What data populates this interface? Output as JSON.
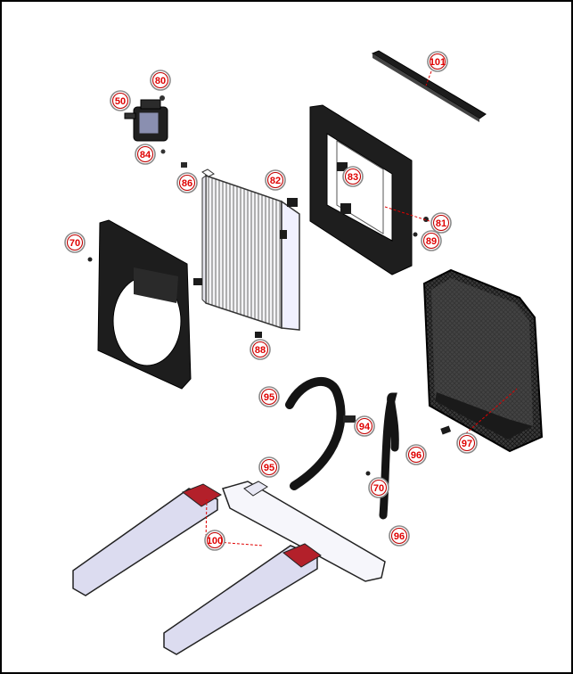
{
  "diagram": {
    "title": "",
    "colors": {
      "border": "#000000",
      "callout_text": "#e00000",
      "callout_ring": "#c00000",
      "part_dark": "#1b1b1b",
      "part_light": "#f2f2f5",
      "pad_red": "#b3202a",
      "rail_blue": "#dcdcf0"
    },
    "parts": [
      {
        "id": "bar",
        "label": "101"
      },
      {
        "id": "reservoir",
        "label": "50"
      },
      {
        "id": "reservoir-cap",
        "label": "80"
      },
      {
        "id": "reservoir-fitting",
        "label": "84"
      },
      {
        "id": "plug",
        "label": "86"
      },
      {
        "id": "radiator-fitting",
        "label": "82"
      },
      {
        "id": "frame-bolt",
        "label": "83"
      },
      {
        "id": "frame-nut",
        "label": "81"
      },
      {
        "id": "frame-washer",
        "label": "89"
      },
      {
        "id": "shroud-screw",
        "label": "70"
      },
      {
        "id": "radiator-drain",
        "label": "88"
      },
      {
        "id": "hose-clamp-upper",
        "label": "95"
      },
      {
        "id": "hose-tee",
        "label": "94"
      },
      {
        "id": "hose-clamp-right",
        "label": "96"
      },
      {
        "id": "hose-clamp-lower",
        "label": "95"
      },
      {
        "id": "mount-screw",
        "label": "70"
      },
      {
        "id": "hose-clamp-bottom",
        "label": "96"
      },
      {
        "id": "screen-grommet",
        "label": "97"
      },
      {
        "id": "mount-pads",
        "label": "100"
      }
    ]
  }
}
